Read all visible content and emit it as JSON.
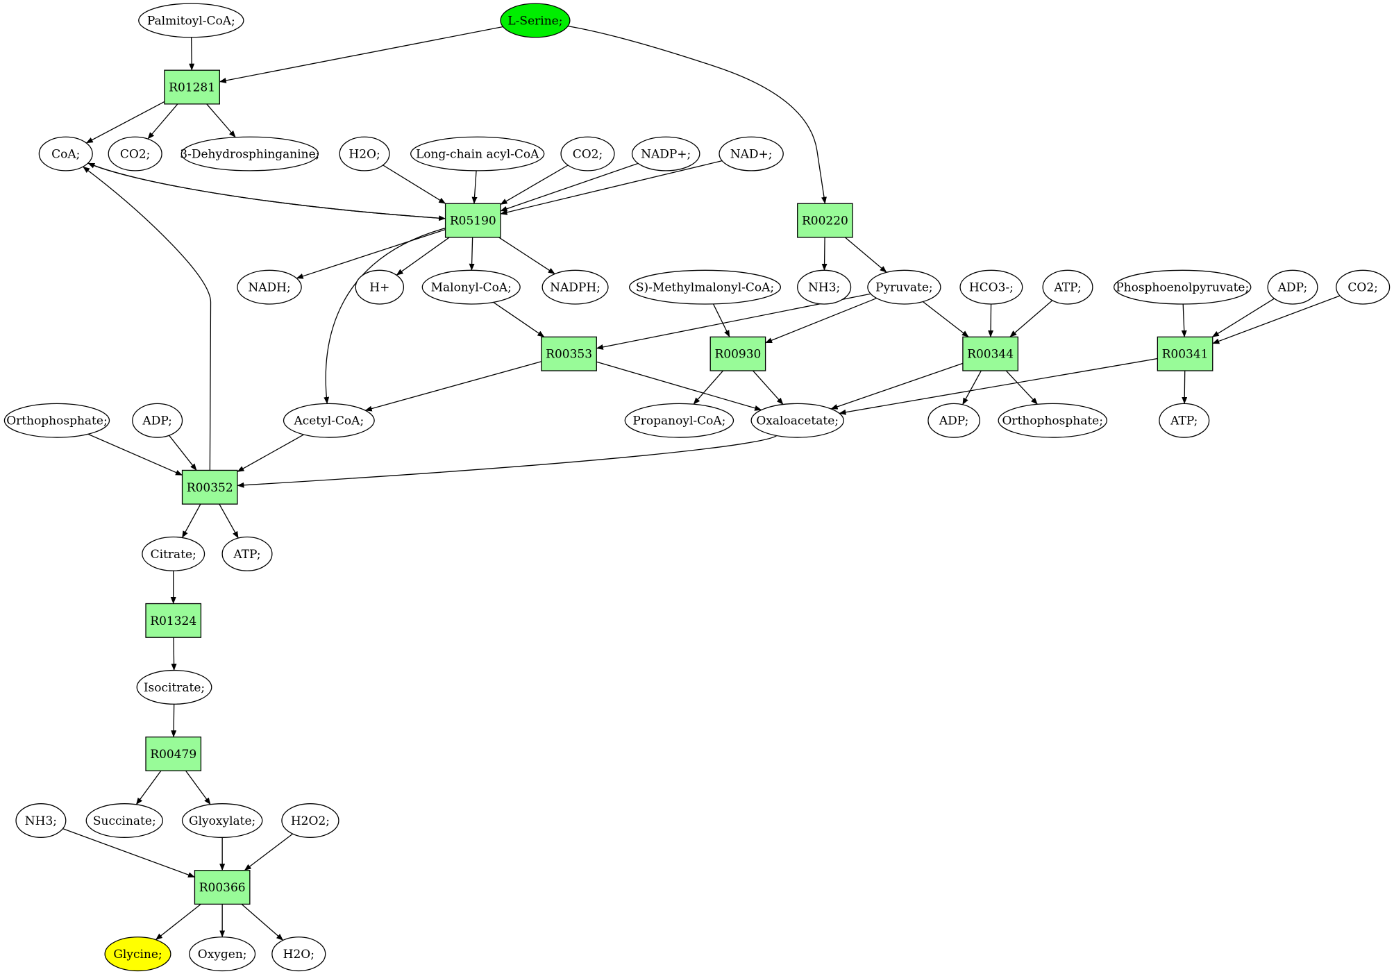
{
  "colors": {
    "reaction_fill": "#98fb98",
    "compound_fill": "#ffffff",
    "start_fill": "#00ee00",
    "target_fill": "#ffff00",
    "stroke": "#000000"
  },
  "nodes": [
    {
      "id": "palmitoyl_coa",
      "kind": "compound",
      "label": "Palmitoyl-CoA;"
    },
    {
      "id": "l_serine",
      "kind": "compound",
      "role": "start",
      "label": "L-Serine;"
    },
    {
      "id": "r01281",
      "kind": "reaction",
      "label": "R01281"
    },
    {
      "id": "coa",
      "kind": "compound",
      "label": "CoA;"
    },
    {
      "id": "co2_a",
      "kind": "compound",
      "label": "CO2;"
    },
    {
      "id": "dehydrosphinganine",
      "kind": "compound",
      "label": "3-Dehydrosphinganine;"
    },
    {
      "id": "h2o_a",
      "kind": "compound",
      "label": "H2O;"
    },
    {
      "id": "long_chain_acyl_coa",
      "kind": "compound",
      "label": "Long-chain acyl-CoA"
    },
    {
      "id": "co2_b",
      "kind": "compound",
      "label": "CO2;"
    },
    {
      "id": "nadp",
      "kind": "compound",
      "label": "NADP+;"
    },
    {
      "id": "nad",
      "kind": "compound",
      "label": "NAD+;"
    },
    {
      "id": "r05190",
      "kind": "reaction",
      "label": "R05190"
    },
    {
      "id": "r00220",
      "kind": "reaction",
      "label": "R00220"
    },
    {
      "id": "nadh",
      "kind": "compound",
      "label": "NADH;"
    },
    {
      "id": "h_plus",
      "kind": "compound",
      "label": "H+"
    },
    {
      "id": "malonyl_coa",
      "kind": "compound",
      "label": "Malonyl-CoA;"
    },
    {
      "id": "nadph",
      "kind": "compound",
      "label": "NADPH;"
    },
    {
      "id": "methylmalonyl_coa",
      "kind": "compound",
      "label": "S)-Methylmalonyl-CoA;"
    },
    {
      "id": "nh3_a",
      "kind": "compound",
      "label": "NH3;"
    },
    {
      "id": "pyruvate",
      "kind": "compound",
      "label": "Pyruvate;"
    },
    {
      "id": "hco3",
      "kind": "compound",
      "label": "HCO3-;"
    },
    {
      "id": "atp_a",
      "kind": "compound",
      "label": "ATP;"
    },
    {
      "id": "pep",
      "kind": "compound",
      "label": "Phosphoenolpyruvate;"
    },
    {
      "id": "adp_a",
      "kind": "compound",
      "label": "ADP;"
    },
    {
      "id": "co2_c",
      "kind": "compound",
      "label": "CO2;"
    },
    {
      "id": "r00353",
      "kind": "reaction",
      "label": "R00353"
    },
    {
      "id": "r00930",
      "kind": "reaction",
      "label": "R00930"
    },
    {
      "id": "r00344",
      "kind": "reaction",
      "label": "R00344"
    },
    {
      "id": "r00341",
      "kind": "reaction",
      "label": "R00341"
    },
    {
      "id": "orthophosphate_a",
      "kind": "compound",
      "label": "Orthophosphate;"
    },
    {
      "id": "adp_b",
      "kind": "compound",
      "label": "ADP;"
    },
    {
      "id": "acetyl_coa",
      "kind": "compound",
      "label": "Acetyl-CoA;"
    },
    {
      "id": "propanoyl_coa",
      "kind": "compound",
      "label": "Propanoyl-CoA;"
    },
    {
      "id": "oxaloacetate",
      "kind": "compound",
      "label": "Oxaloacetate;"
    },
    {
      "id": "adp_c",
      "kind": "compound",
      "label": "ADP;"
    },
    {
      "id": "orthophosphate_b",
      "kind": "compound",
      "label": "Orthophosphate;"
    },
    {
      "id": "atp_b",
      "kind": "compound",
      "label": "ATP;"
    },
    {
      "id": "r00352",
      "kind": "reaction",
      "label": "R00352"
    },
    {
      "id": "citrate",
      "kind": "compound",
      "label": "Citrate;"
    },
    {
      "id": "atp_c",
      "kind": "compound",
      "label": "ATP;"
    },
    {
      "id": "r01324",
      "kind": "reaction",
      "label": "R01324"
    },
    {
      "id": "isocitrate",
      "kind": "compound",
      "label": "Isocitrate;"
    },
    {
      "id": "r00479",
      "kind": "reaction",
      "label": "R00479"
    },
    {
      "id": "nh3_b",
      "kind": "compound",
      "label": "NH3;"
    },
    {
      "id": "succinate",
      "kind": "compound",
      "label": "Succinate;"
    },
    {
      "id": "glyoxylate",
      "kind": "compound",
      "label": "Glyoxylate;"
    },
    {
      "id": "h2o2",
      "kind": "compound",
      "label": "H2O2;"
    },
    {
      "id": "r00366",
      "kind": "reaction",
      "label": "R00366"
    },
    {
      "id": "glycine",
      "kind": "compound",
      "role": "target",
      "label": "Glycine;"
    },
    {
      "id": "oxygen",
      "kind": "compound",
      "label": "Oxygen;"
    },
    {
      "id": "h2o_b",
      "kind": "compound",
      "label": "H2O;"
    }
  ],
  "edges": [
    [
      "palmitoyl_coa",
      "r01281"
    ],
    [
      "l_serine",
      "r01281"
    ],
    [
      "l_serine",
      "r00220"
    ],
    [
      "r01281",
      "coa"
    ],
    [
      "r01281",
      "co2_a"
    ],
    [
      "r01281",
      "dehydrosphinganine"
    ],
    [
      "coa",
      "r05190"
    ],
    [
      "r05190",
      "coa"
    ],
    [
      "h2o_a",
      "r05190"
    ],
    [
      "long_chain_acyl_coa",
      "r05190"
    ],
    [
      "co2_b",
      "r05190"
    ],
    [
      "nadp",
      "r05190"
    ],
    [
      "nad",
      "r05190"
    ],
    [
      "r05190",
      "nadh"
    ],
    [
      "r05190",
      "h_plus"
    ],
    [
      "r05190",
      "malonyl_coa"
    ],
    [
      "r05190",
      "nadph"
    ],
    [
      "r05190",
      "acetyl_coa"
    ],
    [
      "r00220",
      "nh3_a"
    ],
    [
      "r00220",
      "pyruvate"
    ],
    [
      "malonyl_coa",
      "r00353"
    ],
    [
      "pyruvate",
      "r00353"
    ],
    [
      "r00353",
      "acetyl_coa"
    ],
    [
      "r00353",
      "oxaloacetate"
    ],
    [
      "methylmalonyl_coa",
      "r00930"
    ],
    [
      "pyruvate",
      "r00930"
    ],
    [
      "r00930",
      "propanoyl_coa"
    ],
    [
      "r00930",
      "oxaloacetate"
    ],
    [
      "pyruvate",
      "r00344"
    ],
    [
      "hco3",
      "r00344"
    ],
    [
      "atp_a",
      "r00344"
    ],
    [
      "r00344",
      "oxaloacetate"
    ],
    [
      "r00344",
      "adp_c"
    ],
    [
      "r00344",
      "orthophosphate_b"
    ],
    [
      "pep",
      "r00341"
    ],
    [
      "adp_a",
      "r00341"
    ],
    [
      "co2_c",
      "r00341"
    ],
    [
      "r00341",
      "oxaloacetate"
    ],
    [
      "r00341",
      "atp_b"
    ],
    [
      "orthophosphate_a",
      "r00352"
    ],
    [
      "adp_b",
      "r00352"
    ],
    [
      "acetyl_coa",
      "r00352"
    ],
    [
      "oxaloacetate",
      "r00352"
    ],
    [
      "r00352",
      "coa"
    ],
    [
      "r00352",
      "citrate"
    ],
    [
      "r00352",
      "atp_c"
    ],
    [
      "citrate",
      "r01324"
    ],
    [
      "r01324",
      "isocitrate"
    ],
    [
      "isocitrate",
      "r00479"
    ],
    [
      "r00479",
      "succinate"
    ],
    [
      "r00479",
      "glyoxylate"
    ],
    [
      "nh3_b",
      "r00366"
    ],
    [
      "glyoxylate",
      "r00366"
    ],
    [
      "h2o2",
      "r00366"
    ],
    [
      "r00366",
      "glycine"
    ],
    [
      "r00366",
      "oxygen"
    ],
    [
      "r00366",
      "h2o_b"
    ]
  ]
}
